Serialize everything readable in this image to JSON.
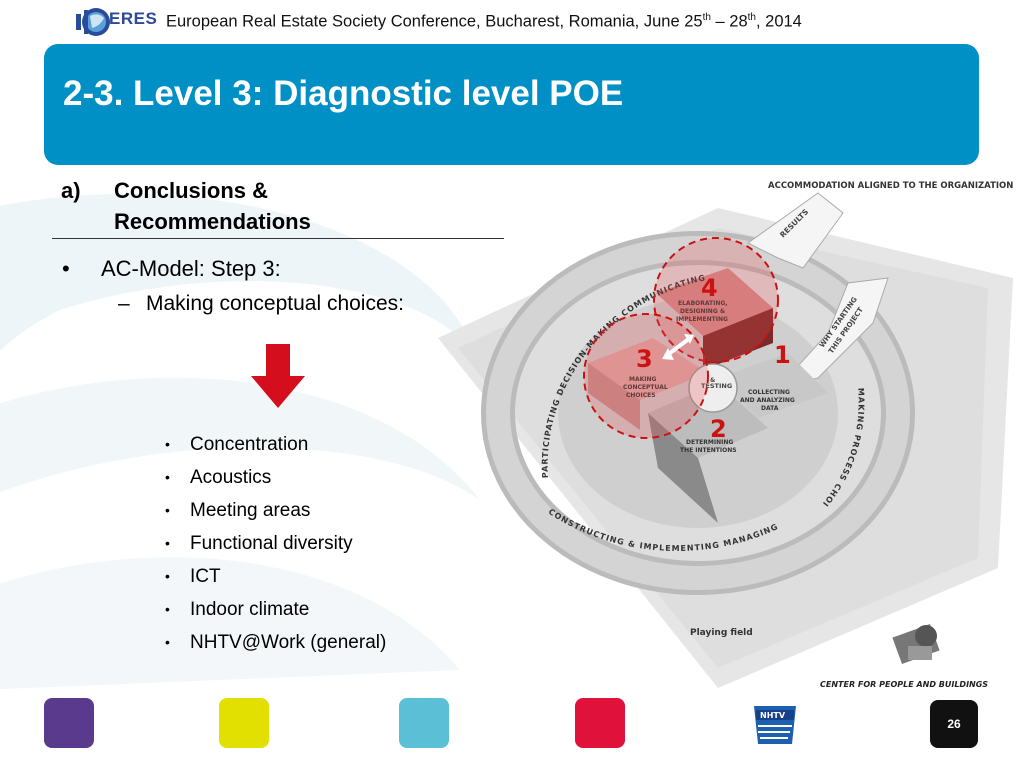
{
  "header": {
    "logo_text": "ERES",
    "conference_prefix": "European Real Estate Society Conference, Bucharest, Romania, June 25",
    "sup1": "th",
    "dash": " – 28",
    "sup2": "th",
    "year_suffix": ", 2014"
  },
  "slide": {
    "title": "2-3. Level 3: Diagnostic level POE",
    "section_letter": "a)",
    "section_heading": "Conclusions & Recommendations",
    "bullet_marker": "•",
    "bullet": "AC-Model: Step 3:",
    "sub_marker": "–",
    "sub_bullet": "Making conceptual choices:",
    "topics": [
      "Concentration",
      "Acoustics",
      "Meeting areas",
      "Functional diversity",
      "ICT",
      "Indoor climate",
      "NHTV@Work (general)"
    ]
  },
  "diagram": {
    "top_label": "ACCOMMODATION ALIGNED TO THE ORGANIZATION",
    "step1": "1",
    "step2": "2",
    "step3": "3",
    "step4": "4",
    "box_collecting": [
      "COLLECTING",
      "AND ANALYZING",
      "DATA"
    ],
    "box_determining": [
      "DETERMINING",
      "THE INTENTIONS"
    ],
    "box_making": [
      "MAKING",
      "CONCEPTUAL",
      "CHOICES"
    ],
    "box_elaborating": [
      "ELABORATING,",
      "DESIGNING &",
      "IMPLEMENTING"
    ],
    "ring_participating": "PARTICIPATING",
    "ring_decision": "DECISION-MAKING",
    "ring_communicating": "COMMUNICATING",
    "ring_managing": "MANAGING",
    "ring_constructing": "CONSTRUCTING & IMPLEMENTING",
    "ring_making_process": "MAKING PROCESS CHOICES",
    "arrow_results": "RESULTS",
    "arrow_why": [
      "WHY STARTING",
      "THIS PROJECT"
    ],
    "center_text": "TESTING",
    "center_amp": "&",
    "playing_field": "Playing field",
    "cpb": "CENTER FOR PEOPLE AND BUILDINGS"
  },
  "footer": {
    "tile_colors": [
      "#5a3a8c",
      "#e2e000",
      "#5bbfd5",
      "#e0113a"
    ],
    "nhtv_label": "NHTV",
    "page_number": "26"
  },
  "colors": {
    "title_bar": "#0090c5",
    "arrow_red": "#d40e1c",
    "dashed_red": "#cc1111"
  }
}
